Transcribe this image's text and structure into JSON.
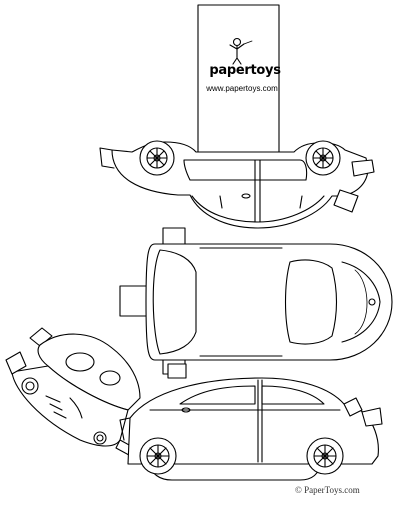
{
  "brand": {
    "logo_text": "papertoys",
    "url_text": "www.papertoys.com"
  },
  "footer": {
    "credit": "© PaperToys.com"
  },
  "colors": {
    "line": "#000000",
    "paper": "#ffffff"
  },
  "icons": {
    "mascot": "waving-figure-icon",
    "wheel": "wheel-icon"
  }
}
